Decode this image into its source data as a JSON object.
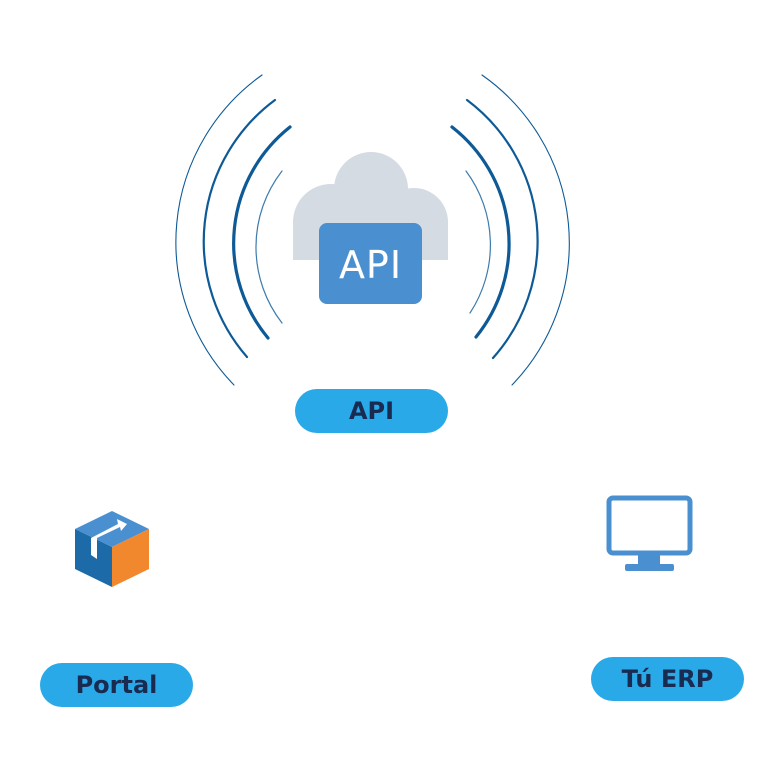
{
  "nodes": {
    "api": {
      "label": "API",
      "badge_text": "API",
      "icon": "cloud-api-icon"
    },
    "portal": {
      "label": "Portal",
      "icon": "box-portal-icon"
    },
    "erp": {
      "label": "Tú ERP",
      "icon": "monitor-icon"
    }
  },
  "colors": {
    "pill_bg": "#29a9e8",
    "pill_text": "#1a2b52",
    "cloud": "#d5dbe3",
    "api_badge": "#4a90d1",
    "signal_arcs": "#0d5a97",
    "box_blue": "#1c6aa8",
    "box_orange": "#f2882d",
    "box_top": "#4a90d1",
    "monitor": "#4a90d1"
  }
}
